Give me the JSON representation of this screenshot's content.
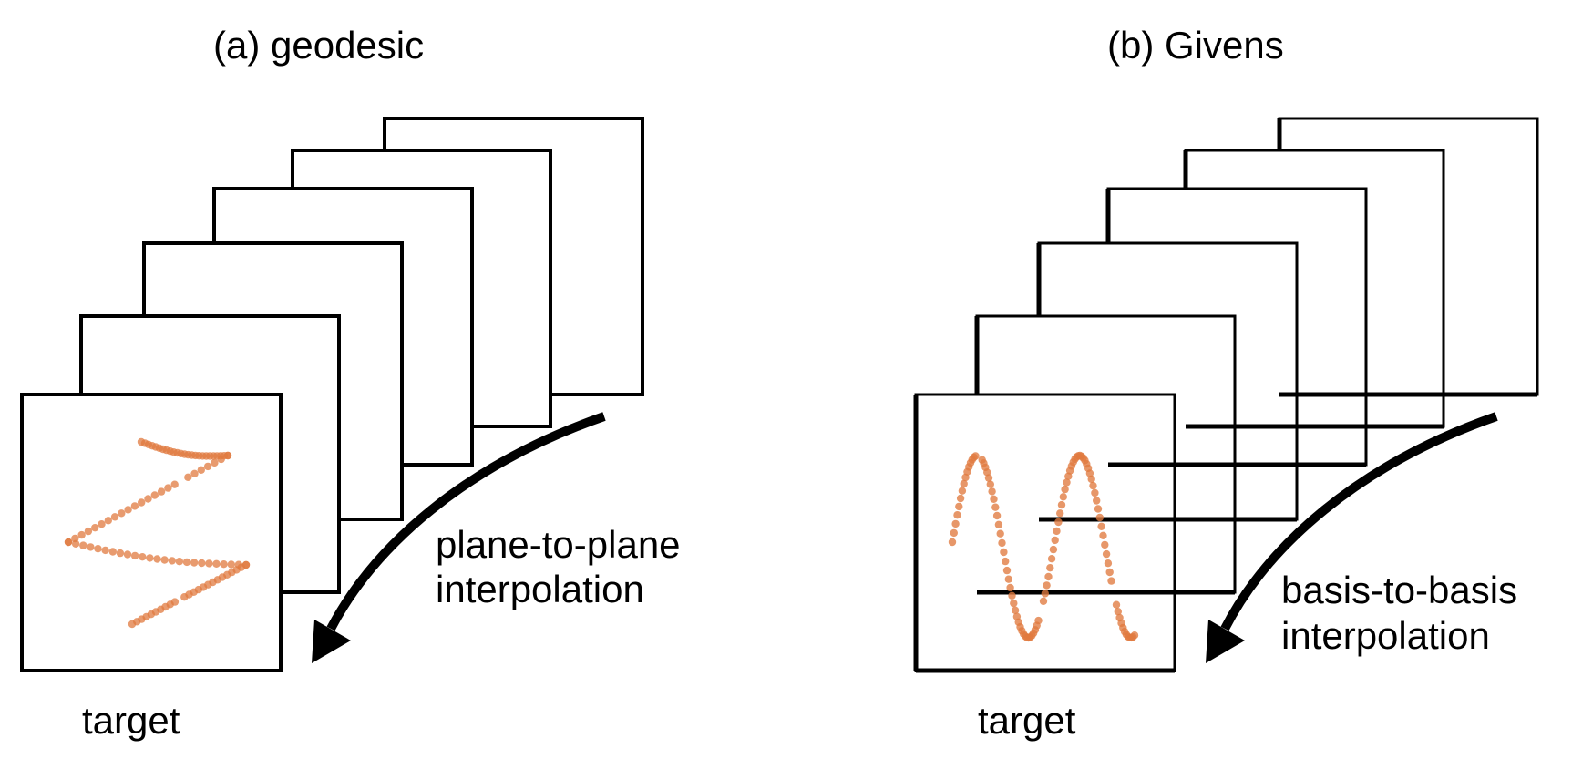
{
  "panels": [
    {
      "title": "(a) geodesic",
      "arrow_label_line1": "plane-to-plane",
      "arrow_label_line2": "interpolation",
      "target_label": "target"
    },
    {
      "title": "(b) Givens",
      "arrow_label_line1": "basis-to-basis",
      "arrow_label_line2": "interpolation",
      "target_label": "target"
    }
  ],
  "colors": {
    "frame_stroke": "#000000",
    "points": "#e07a3f",
    "background": "#ffffff"
  },
  "icons": {
    "frame": "stacked-frame-rect",
    "arrow": "curved-arrow-down-left"
  }
}
